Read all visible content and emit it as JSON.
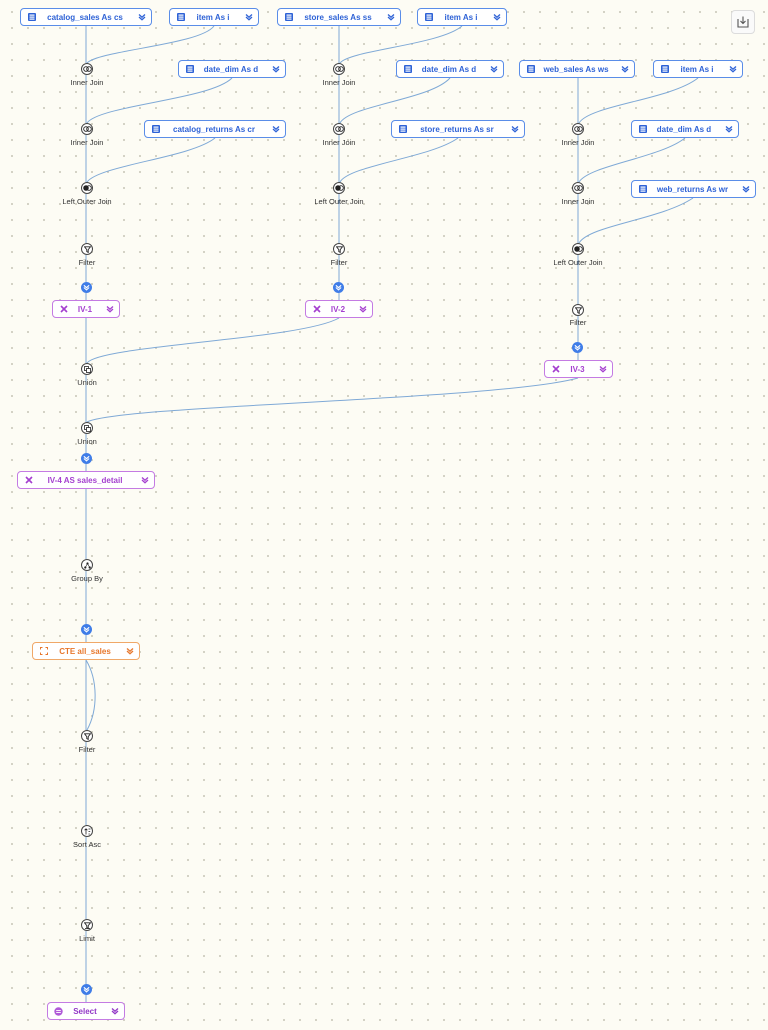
{
  "tables": [
    {
      "id": "t1",
      "label": "catalog_sales As cs"
    },
    {
      "id": "t2",
      "label": "item As i"
    },
    {
      "id": "t3",
      "label": "date_dim As d"
    },
    {
      "id": "t4",
      "label": "catalog_returns As cr"
    },
    {
      "id": "t5",
      "label": "store_sales As ss"
    },
    {
      "id": "t6",
      "label": "item As i"
    },
    {
      "id": "t7",
      "label": "date_dim As d"
    },
    {
      "id": "t8",
      "label": "store_returns As sr"
    },
    {
      "id": "t9",
      "label": "web_sales As ws"
    },
    {
      "id": "t10",
      "label": "item As i"
    },
    {
      "id": "t11",
      "label": "date_dim As d"
    },
    {
      "id": "t12",
      "label": "web_returns As wr"
    }
  ],
  "operations": [
    {
      "id": "o1",
      "label": "Inner Join",
      "icon": "inner-join-icon"
    },
    {
      "id": "o2",
      "label": "Inner Join",
      "icon": "inner-join-icon"
    },
    {
      "id": "o3",
      "label": "Left Outer Join",
      "icon": "left-outer-join-icon"
    },
    {
      "id": "o4",
      "label": "Filter",
      "icon": "filter-icon"
    },
    {
      "id": "o5",
      "label": "Inner Join",
      "icon": "inner-join-icon"
    },
    {
      "id": "o6",
      "label": "Inner Join",
      "icon": "inner-join-icon"
    },
    {
      "id": "o7",
      "label": "Left Outer Join",
      "icon": "left-outer-join-icon"
    },
    {
      "id": "o8",
      "label": "Filter",
      "icon": "filter-icon"
    },
    {
      "id": "o9",
      "label": "Inner Join",
      "icon": "inner-join-icon"
    },
    {
      "id": "o10",
      "label": "Inner Join",
      "icon": "inner-join-icon"
    },
    {
      "id": "o11",
      "label": "Left Outer Join",
      "icon": "left-outer-join-icon"
    },
    {
      "id": "o12",
      "label": "Filter",
      "icon": "filter-icon"
    },
    {
      "id": "o13",
      "label": "Union",
      "icon": "union-icon"
    },
    {
      "id": "o14",
      "label": "Union",
      "icon": "union-icon"
    },
    {
      "id": "o15",
      "label": "Group By",
      "icon": "group-by-icon"
    },
    {
      "id": "o16",
      "label": "Filter",
      "icon": "filter-icon"
    },
    {
      "id": "o17",
      "label": "Sort Asc",
      "icon": "sort-asc-icon"
    },
    {
      "id": "o18",
      "label": "Limit",
      "icon": "limit-icon"
    }
  ],
  "views": [
    {
      "id": "v1",
      "label": "IV-1"
    },
    {
      "id": "v2",
      "label": "IV-2"
    },
    {
      "id": "v3",
      "label": "IV-3"
    },
    {
      "id": "v4",
      "label": "IV-4 AS sales_detail"
    }
  ],
  "cte": {
    "id": "c1",
    "label": "CTE all_sales"
  },
  "select": {
    "id": "s1",
    "label": "Select"
  },
  "colors": {
    "table": "#2e62d6",
    "view": "#a43fcf",
    "cte": "#e7772c",
    "edge": "#7fa9d6",
    "badge": "#3f7de8"
  },
  "toolbar": {
    "download_icon": "download-icon"
  }
}
